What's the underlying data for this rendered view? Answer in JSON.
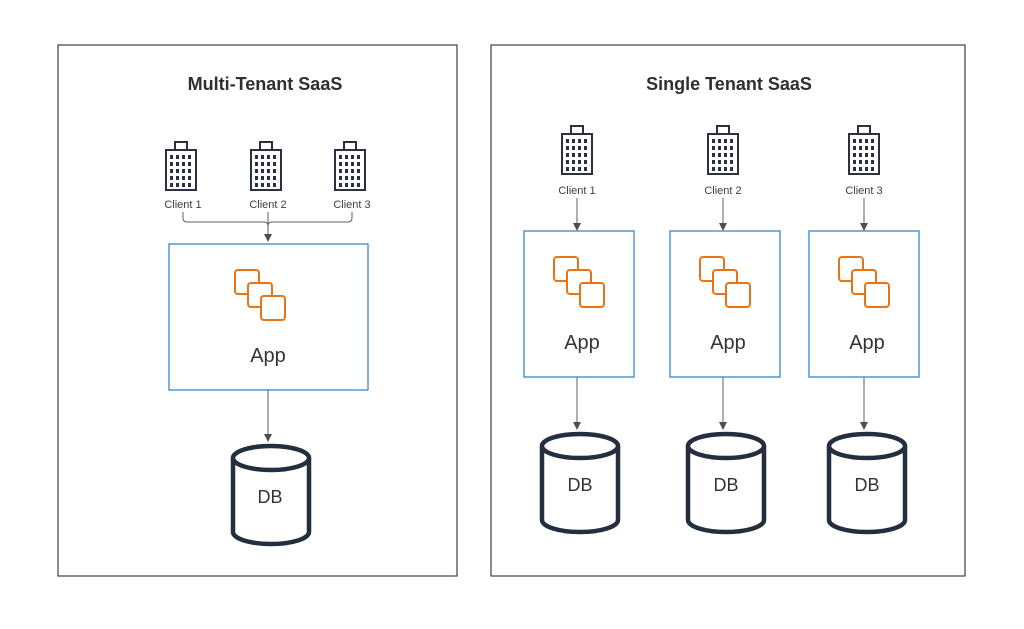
{
  "multi_tenant": {
    "title": "Multi-Tenant SaaS",
    "clients": [
      "Client 1",
      "Client 2",
      "Client 3"
    ],
    "app_label": "App",
    "db_label": "DB"
  },
  "single_tenant": {
    "title": "Single Tenant SaaS",
    "stacks": [
      {
        "client": "Client 1",
        "app_label": "App",
        "db_label": "DB"
      },
      {
        "client": "Client 2",
        "app_label": "App",
        "db_label": "DB"
      },
      {
        "client": "Client 3",
        "app_label": "App",
        "db_label": "DB"
      }
    ]
  },
  "icons": {
    "client": "office-building-icon",
    "app": "ec2-instances-icon",
    "db": "database-cylinder-icon"
  },
  "colors": {
    "app_box_border": "#2b7cc6",
    "app_icon": "#e8741a",
    "frame_border": "#3a3f4b",
    "db_outline": "#232f3e"
  }
}
